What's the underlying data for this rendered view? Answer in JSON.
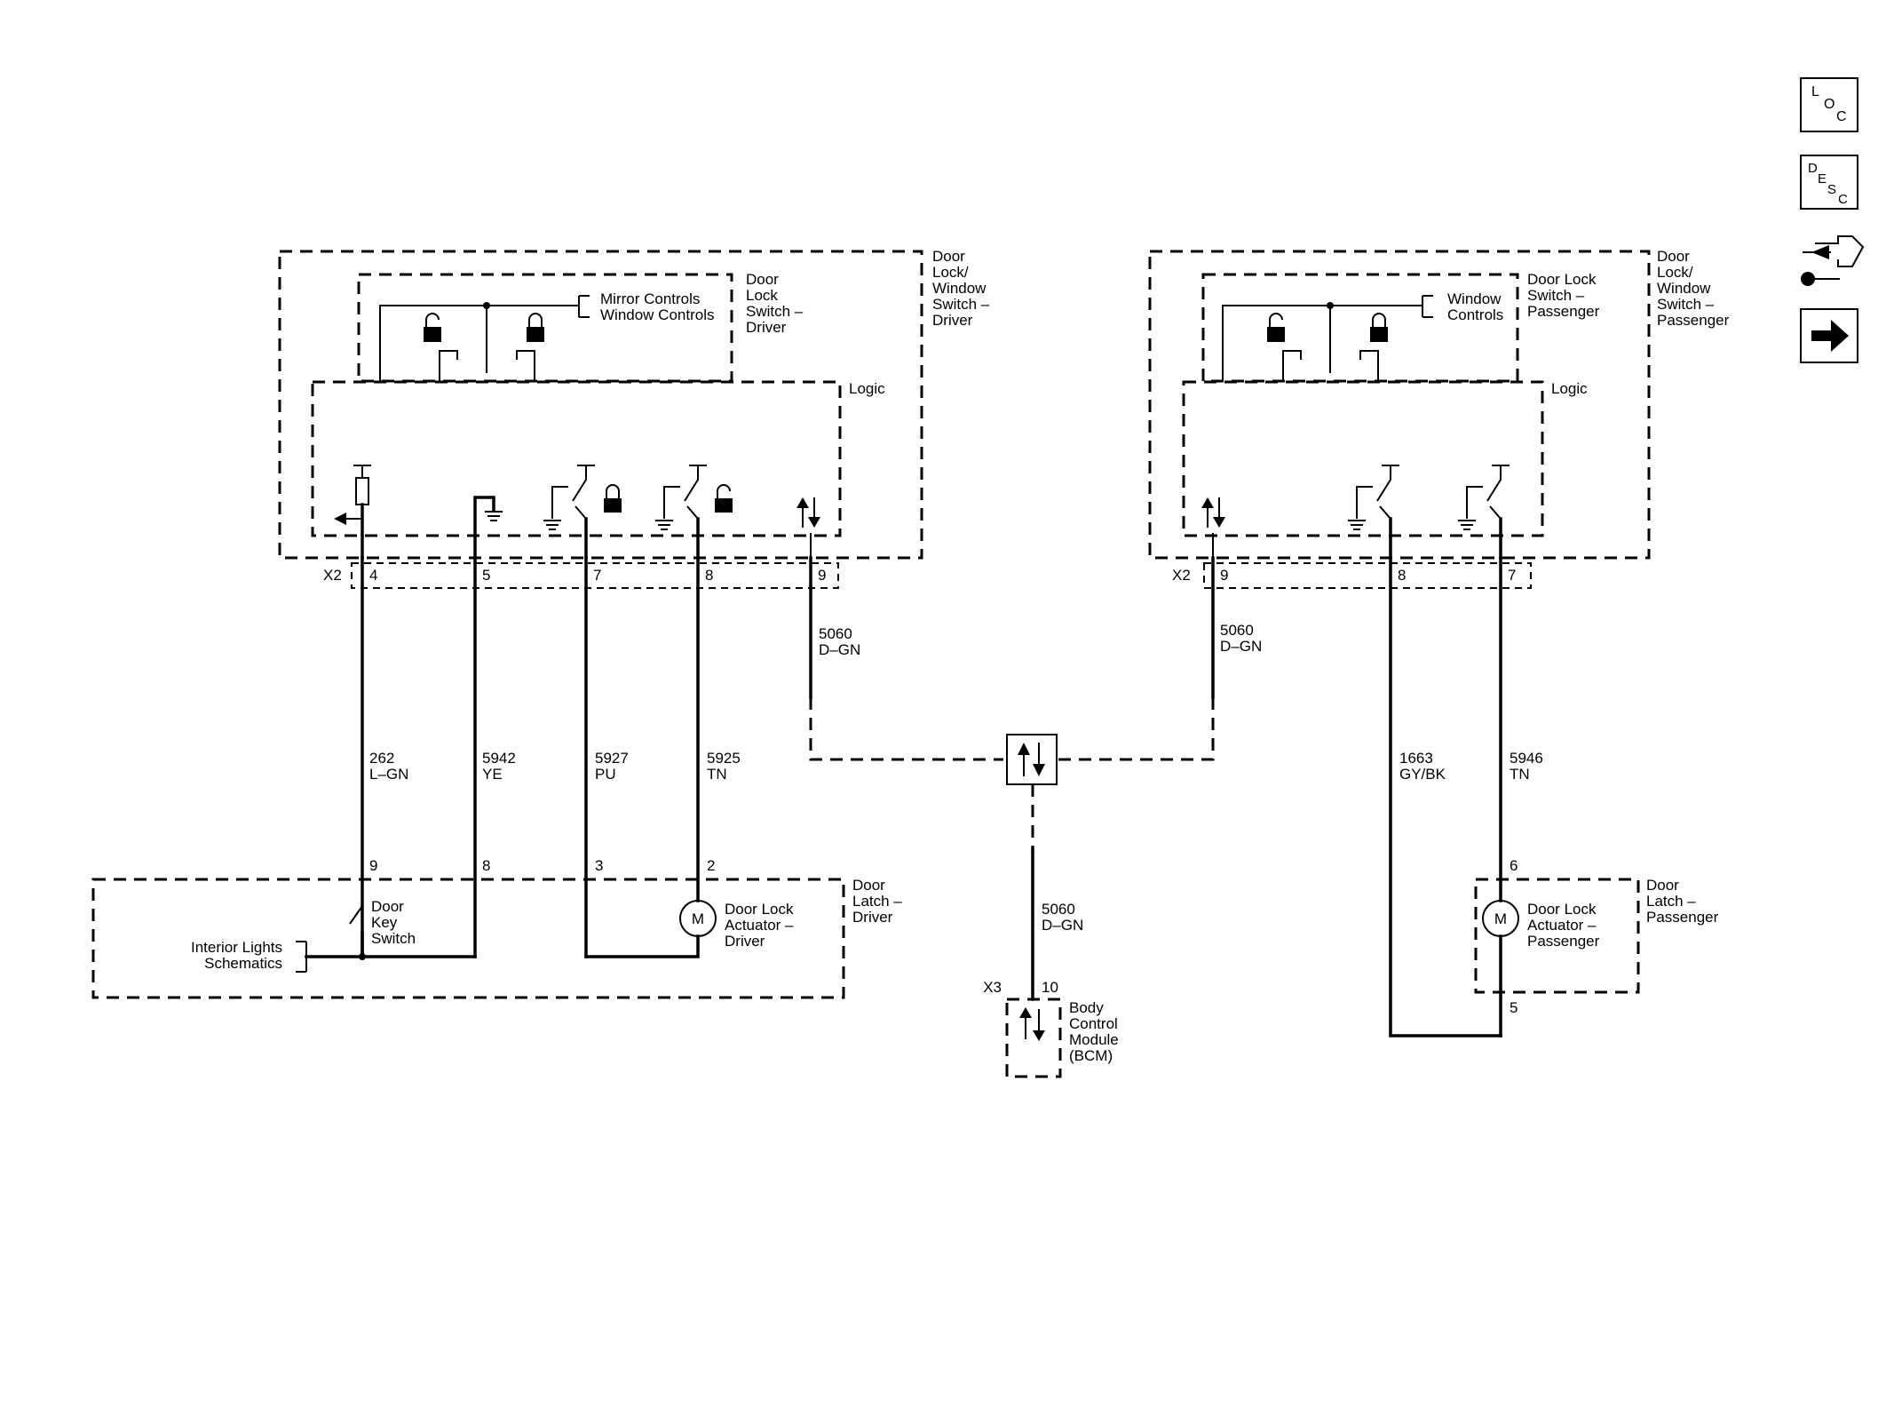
{
  "nav": {
    "loc_letters": [
      "L",
      "O",
      "C"
    ],
    "desc_letters": [
      "D",
      "E",
      "S",
      "C"
    ]
  },
  "driver_switch": {
    "outer_label": [
      "Door",
      "Lock/",
      "Window",
      "Switch –",
      "Driver"
    ],
    "inner_label": [
      "Door",
      "Lock",
      "Switch –",
      "Driver"
    ],
    "controls": [
      "Mirror Controls",
      "Window Controls"
    ],
    "logic_label": "Logic",
    "connector": "X2",
    "pins": [
      "4",
      "5",
      "7",
      "8",
      "9"
    ]
  },
  "passenger_switch": {
    "outer_label": [
      "Door",
      "Lock/",
      "Window",
      "Switch –",
      "Passenger"
    ],
    "inner_label": [
      "Door Lock",
      "Switch –",
      "Passenger"
    ],
    "controls": [
      "Window",
      "Controls"
    ],
    "logic_label": "Logic",
    "connector": "X2",
    "pins": [
      "9",
      "8",
      "7"
    ]
  },
  "wires": {
    "w262": [
      "262",
      "L–GN"
    ],
    "w5942": [
      "5942",
      "YE"
    ],
    "w5927": [
      "5927",
      "PU"
    ],
    "w5925": [
      "5925",
      "TN"
    ],
    "w5060a": [
      "5060",
      "D–GN"
    ],
    "w5060b": [
      "5060",
      "D–GN"
    ],
    "w5060c": [
      "5060",
      "D–GN"
    ],
    "w1663": [
      "1663",
      "GY/BK"
    ],
    "w5946": [
      "5946",
      "TN"
    ]
  },
  "driver_latch": {
    "label": [
      "Door",
      "Latch –",
      "Driver"
    ],
    "pins": [
      "9",
      "8",
      "3",
      "2"
    ],
    "key_switch": [
      "Door",
      "Key",
      "Switch"
    ],
    "actuator": [
      "Door Lock",
      "Actuator –",
      "Driver"
    ],
    "motor": "M",
    "interior": [
      "Interior Lights",
      "Schematics"
    ]
  },
  "passenger_latch": {
    "label": [
      "Door",
      "Latch –",
      "Passenger"
    ],
    "pins": [
      "6",
      "5"
    ],
    "actuator": [
      "Door Lock",
      "Actuator –",
      "Passenger"
    ],
    "motor": "M"
  },
  "bcm": {
    "connector": "X3",
    "pin": "10",
    "label": [
      "Body",
      "Control",
      "Module",
      "(BCM)"
    ]
  }
}
